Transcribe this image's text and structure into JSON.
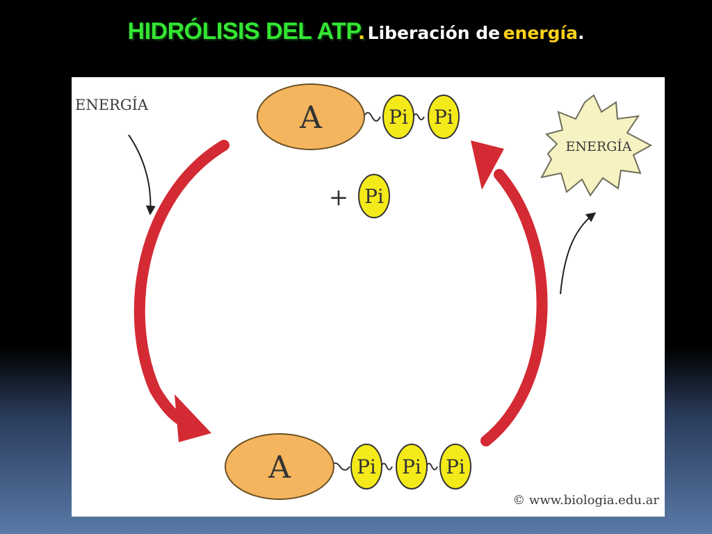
{
  "title": {
    "main": "HIDRÓLISIS DEL ATP",
    "dot1": ".",
    "sub": "Liberación de",
    "highlight": "energía",
    "dot2": "."
  },
  "diagram": {
    "energy_in_label": "ENERGÍA",
    "energy_out_label": "ENERGÍA",
    "adenosine_label": "A",
    "phosphate_label": "Pi",
    "plus_sign": "+",
    "copyright": "© www.biologia.edu.ar"
  },
  "colors": {
    "title_green": "#33e633",
    "accent_yellow": "#ffd21a",
    "arrow_red": "#d32a34",
    "adenosine_fill": "#f5b55e",
    "phosphate_fill": "#f4ea1a",
    "burst_fill": "#f6f2c2"
  }
}
